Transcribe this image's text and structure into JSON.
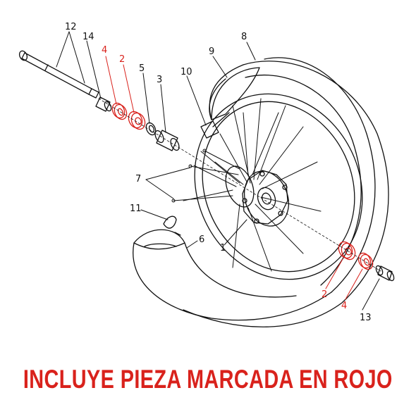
{
  "diagram": {
    "labels": {
      "p12": "12",
      "p14": "14",
      "p4_top": "4",
      "p2_top": "2",
      "p5": "5",
      "p3": "3",
      "p10": "10",
      "p9": "9",
      "p8": "8",
      "p7": "7",
      "p11": "11",
      "p6": "6",
      "p1": "1",
      "p2_bottom": "2",
      "p4_bottom": "4",
      "p13": "13"
    },
    "highlight_color": "#d9221c",
    "line_color": "#111111"
  },
  "caption": {
    "text": "INCLUYE PIEZA MARCADA EN ROJO"
  }
}
